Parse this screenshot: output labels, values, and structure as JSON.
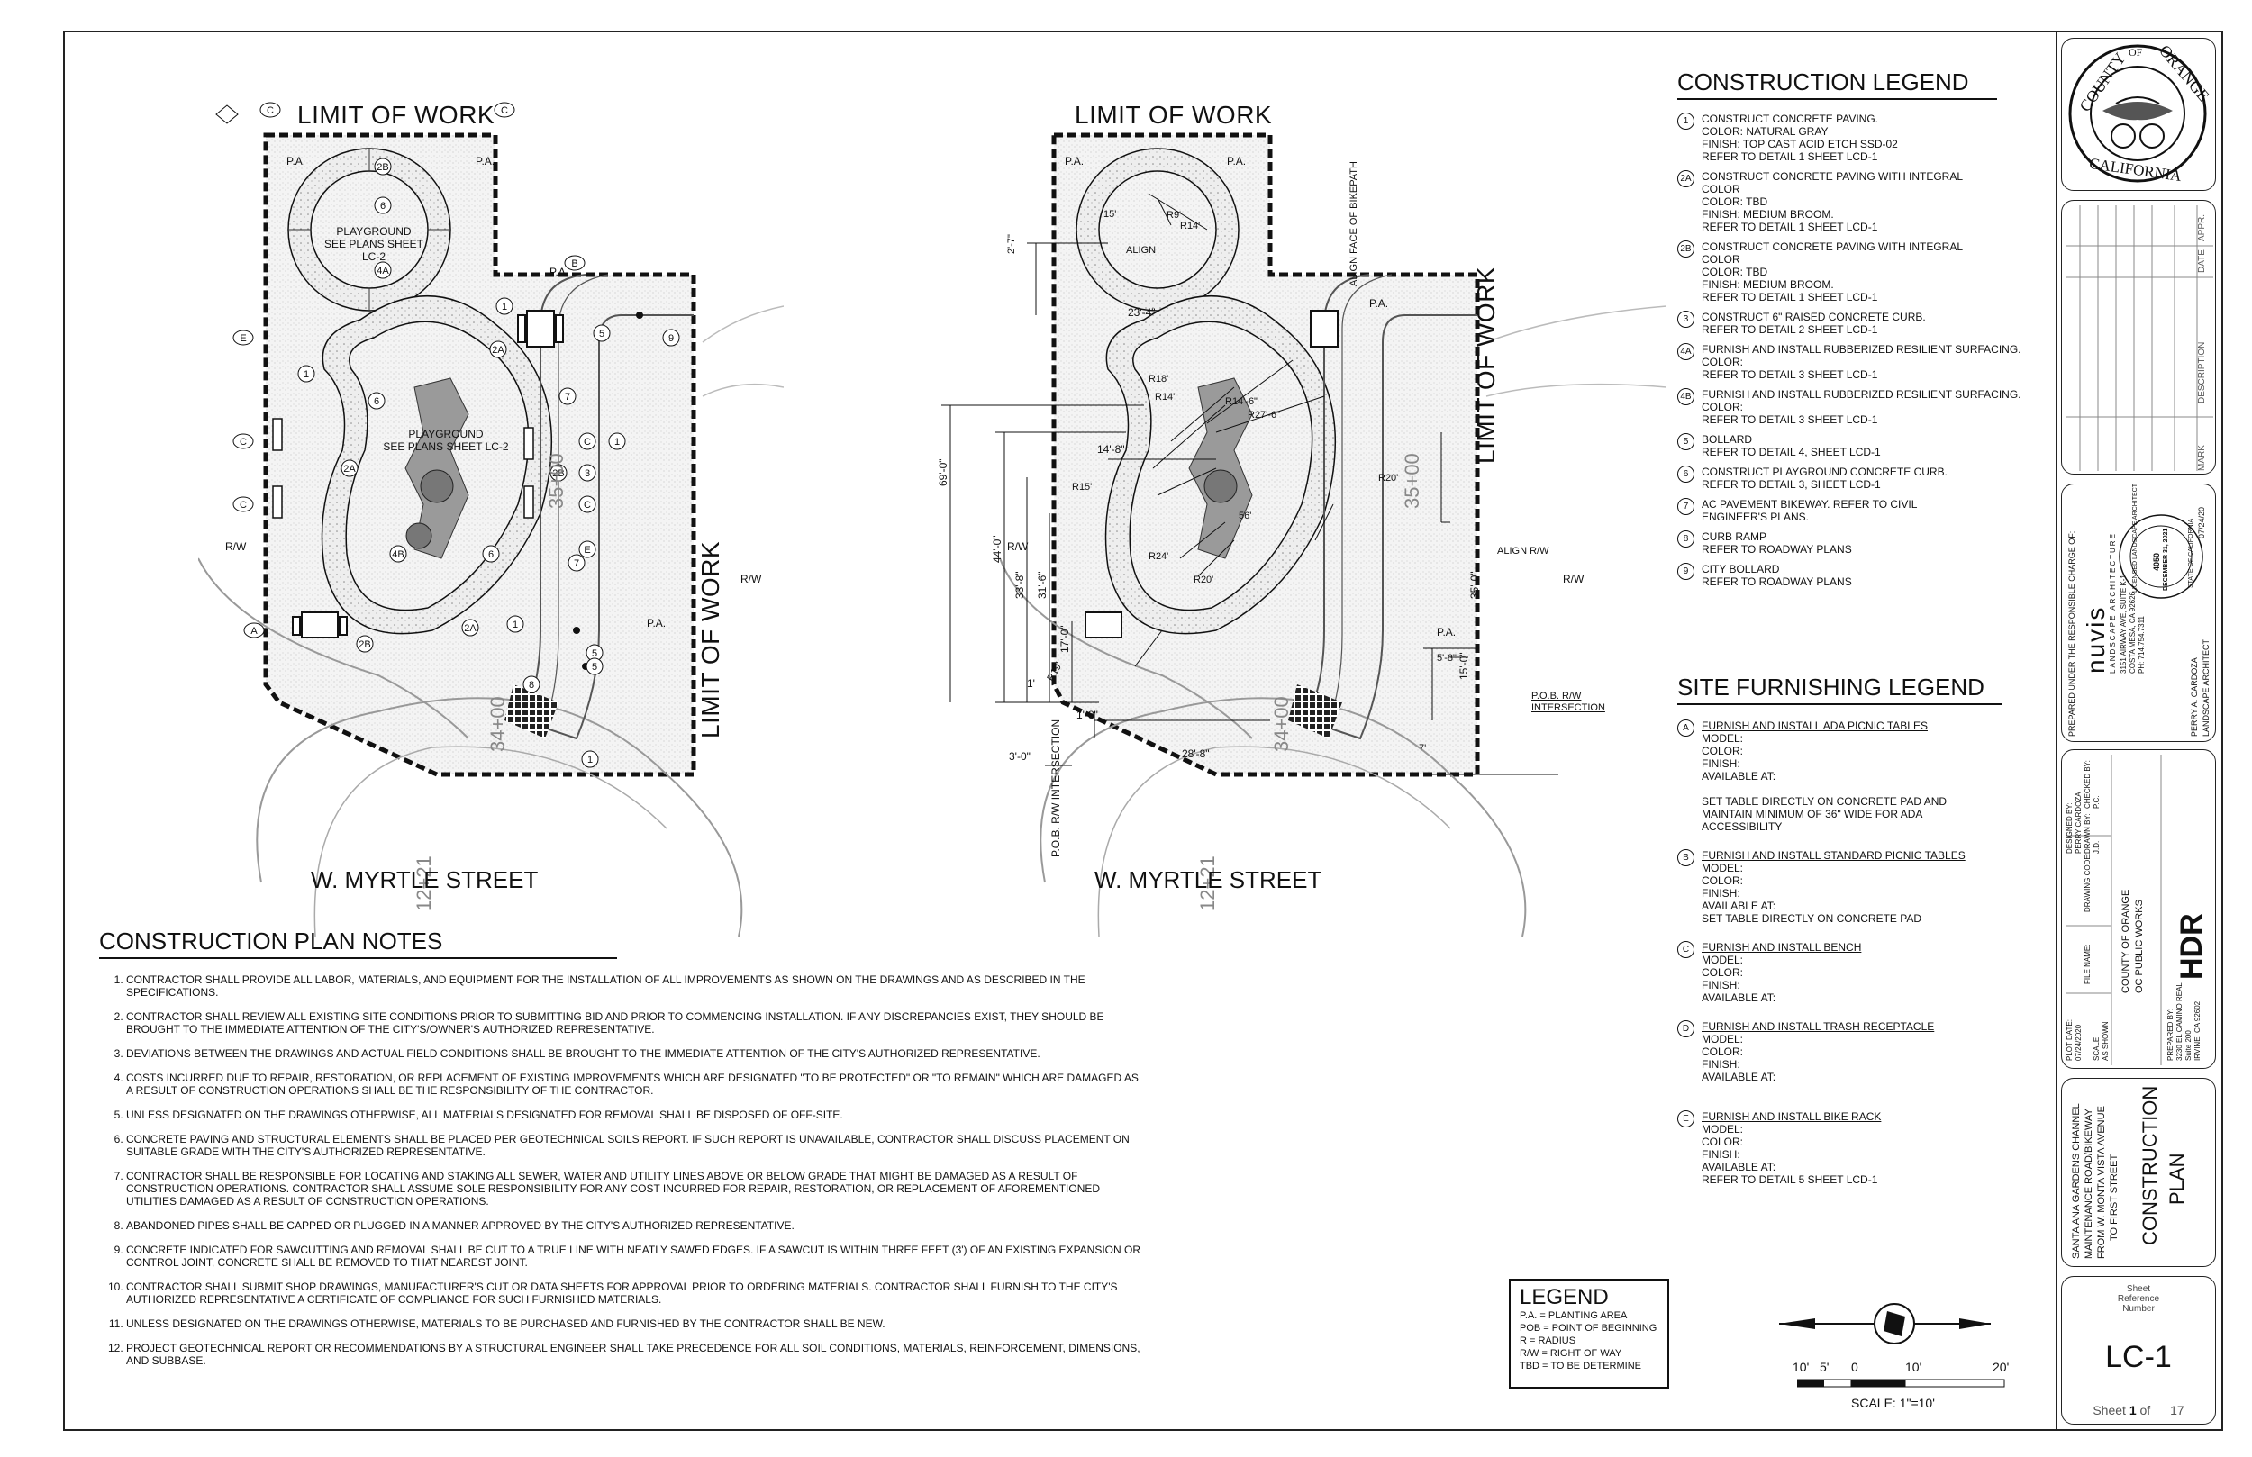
{
  "plan_left": {
    "limit_top": "LIMIT OF WORK",
    "limit_right": "LIMIT OF WORK",
    "playground_label_1": "PLAYGROUND",
    "playground_ref_1": "SEE PLANS SHEET LC-2",
    "playground_label_2": "PLAYGROUND",
    "playground_ref_2": "SEE PLANS SHEET LC-2",
    "street": "W. MYRTLE STREET",
    "pa": "P.A.",
    "rw": "R/W",
    "station": "35+00",
    "station2": "34+00",
    "station3": "12+21"
  },
  "plan_right": {
    "limit_top": "LIMIT OF WORK",
    "limit_right": "LIMIT OF WORK",
    "street": "W. MYRTLE STREET",
    "align": "ALIGN",
    "align_face": "ALIGN FACE OF BIKEPATH",
    "align_rw": "ALIGN R/W",
    "pob_intersection": "P.O.B. R/W INTERSECTION",
    "pob_right": "P.O.B. R/W",
    "pob_right2": "INTERSECTION",
    "dims": [
      "2'-7\"",
      "69'-0\"",
      "44'-0\"",
      "33'-8\"",
      "31'-6\"",
      "17'-0\"",
      "1'",
      "1'-8\"",
      "3'-0\"",
      "28'-8\"",
      "14'-8\"",
      "23'-4\"",
      "15'",
      "R14'",
      "R9'",
      "R18'",
      "R14'",
      "R14'-6\"",
      "R27'-6\"",
      "R15'",
      "R24'",
      "R20'",
      "R20'",
      "56'",
      "35'-0\"",
      "15'-0\"",
      "5'-8\"",
      "R19'",
      "7'"
    ]
  },
  "construction_legend": {
    "title": "CONSTRUCTION LEGEND",
    "items": [
      {
        "key": "1",
        "text": "CONSTRUCT CONCRETE PAVING.\nCOLOR: NATURAL GRAY\nFINISH: TOP CAST ACID ETCH SSD-02\nREFER TO DETAIL 1 SHEET LCD-1"
      },
      {
        "key": "2A",
        "text": "CONSTRUCT CONCRETE PAVING WITH INTEGRAL\nCOLOR\nCOLOR: TBD\nFINISH: MEDIUM BROOM.\nREFER TO DETAIL 1 SHEET LCD-1"
      },
      {
        "key": "2B",
        "text": "CONSTRUCT CONCRETE PAVING WITH INTEGRAL\nCOLOR\nCOLOR: TBD\nFINISH: MEDIUM BROOM.\nREFER TO DETAIL 1 SHEET LCD-1"
      },
      {
        "key": "3",
        "text": "CONSTRUCT 6\" RAISED CONCRETE CURB.\nREFER TO DETAIL 2 SHEET LCD-1"
      },
      {
        "key": "4A",
        "text": "FURNISH AND INSTALL RUBBERIZED RESILIENT SURFACING.\nCOLOR:\nREFER TO DETAIL 3 SHEET LCD-1"
      },
      {
        "key": "4B",
        "text": "FURNISH AND INSTALL RUBBERIZED RESILIENT SURFACING.\nCOLOR:\nREFER TO DETAIL 3 SHEET LCD-1"
      },
      {
        "key": "5",
        "text": "BOLLARD\nREFER TO DETAIL 4, SHEET LCD-1"
      },
      {
        "key": "6",
        "text": "CONSTRUCT PLAYGROUND CONCRETE CURB.\nREFER TO DETAIL 3, SHEET LCD-1"
      },
      {
        "key": "7",
        "text": "AC PAVEMENT BIKEWAY. REFER TO CIVIL\nENGINEER'S PLANS."
      },
      {
        "key": "8",
        "text": "CURB RAMP\nREFER TO ROADWAY PLANS"
      },
      {
        "key": "9",
        "text": "CITY BOLLARD\nREFER TO ROADWAY PLANS"
      }
    ]
  },
  "furnishing_legend": {
    "title": "SITE FURNISHING LEGEND",
    "items": [
      {
        "key": "A",
        "head": "FURNISH AND INSTALL ADA PICNIC TABLES",
        "text": "MODEL:\nCOLOR:\nFINISH:\nAVAILABLE AT:\n\nSET TABLE DIRECTLY ON CONCRETE PAD AND\nMAINTAIN MINIMUM OF 36\" WIDE FOR ADA\nACCESSIBILITY"
      },
      {
        "key": "B",
        "head": "FURNISH AND INSTALL STANDARD PICNIC TABLES",
        "text": "MODEL:\nCOLOR:\nFINISH:\nAVAILABLE AT:\nSET TABLE DIRECTLY ON CONCRETE PAD"
      },
      {
        "key": "C",
        "head": "FURNISH AND INSTALL BENCH",
        "text": "MODEL:\nCOLOR:\nFINISH:\nAVAILABLE AT:"
      },
      {
        "key": "D",
        "head": "FURNISH AND INSTALL TRASH RECEPTACLE",
        "text": "MODEL:\nCOLOR:\nFINISH:\nAVAILABLE AT:"
      },
      {
        "key": "E",
        "head": "FURNISH AND INSTALL BIKE RACK",
        "text": "MODEL:\nCOLOR:\nFINISH:\nAVAILABLE AT:\nREFER TO DETAIL 5 SHEET LCD-1"
      }
    ]
  },
  "plan_notes": {
    "title": "CONSTRUCTION PLAN NOTES",
    "items": [
      "CONTRACTOR SHALL PROVIDE ALL LABOR, MATERIALS, AND EQUIPMENT FOR THE  INSTALLATION OF ALL IMPROVEMENTS AS SHOWN ON THE DRAWINGS AND AS  DESCRIBED IN THE SPECIFICATIONS.",
      "CONTRACTOR SHALL REVIEW ALL EXISTING SITE CONDITIONS PRIOR TO  SUBMITTING BID AND PRIOR TO COMMENCING INSTALLATION.  IF ANY  DISCREPANCIES EXIST, THEY SHOULD BE BROUGHT TO THE IMMEDIATE  ATTENTION OF THE CITY'S/OWNER'S AUTHORIZED REPRESENTATIVE.",
      "DEVIATIONS BETWEEN THE DRAWINGS AND ACTUAL FIELD CONDITIONS SHALL BE BROUGHT TO THE IMMEDIATE ATTENTION OF THE CITY'S AUTHORIZED REPRESENTATIVE.",
      "COSTS INCURRED DUE TO REPAIR, RESTORATION, OR REPLACEMENT OF EXISTING  IMPROVEMENTS WHICH ARE DESIGNATED \"TO BE PROTECTED\" OR  \"TO REMAIN\" WHICH ARE DAMAGED AS A RESULT OF CONSTRUCTION OPERATIONS SHALL BE THE RESPONSIBILITY OF THE CONTRACTOR.",
      "UNLESS DESIGNATED ON THE DRAWINGS OTHERWISE, ALL MATERIALS  DESIGNATED FOR REMOVAL SHALL BE DISPOSED OF OFF-SITE.",
      "CONCRETE PAVING AND STRUCTURAL ELEMENTS SHALL BE PLACED PER GEOTECHNICAL SOILS REPORT.  IF SUCH REPORT IS UNAVAILABLE, CONTRACTOR SHALL DISCUSS PLACEMENT ON SUITABLE GRADE WITH THE  CITY'S AUTHORIZED REPRESENTATIVE.",
      "CONTRACTOR SHALL BE RESPONSIBLE FOR LOCATING AND STAKING ALL SEWER, WATER AND UTILITY LINES ABOVE OR BELOW GRADE THAT MIGHT BE DAMAGED AS A RESULT OF CONSTRUCTION OPERATIONS.  CONTRACTOR SHALL ASSUME SOLE RESPONSIBILITY FOR ANY COST INCURRED FOR REPAIR, RESTORATION, OR REPLACEMENT OF AFOREMENTIONED UTILITIES DAMAGED AS  A RESULT OF CONSTRUCTION OPERATIONS.",
      "ABANDONED PIPES SHALL BE CAPPED OR PLUGGED IN A MANNER APPROVED BY THE CITY'S AUTHORIZED REPRESENTATIVE.",
      "CONCRETE INDICATED FOR SAWCUTTING AND REMOVAL SHALL BE CUT TO A TRUE LINE WITH NEATLY SAWED EDGES.  IF A SAWCUT IS WITHIN THREE FEET (3') OF AN EXISTING EXPANSION OR CONTROL JOINT, CONCRETE SHALL BE REMOVED TO THAT NEAREST JOINT.",
      "CONTRACTOR SHALL SUBMIT SHOP DRAWINGS, MANUFACTURER'S CUT OR DATA SHEETS FOR APPROVAL PRIOR TO ORDERING MATERIALS.  CONTRACTOR SHALL FURNISH TO THE CITY'S AUTHORIZED REPRESENTATIVE A CERTIFICATE OF COMPLIANCE FOR SUCH FURNISHED MATERIALS.",
      "UNLESS DESIGNATED ON THE DRAWINGS OTHERWISE, MATERIALS TO BE  PURCHASED AND FURNISHED BY THE CONTRACTOR SHALL BE NEW.",
      "PROJECT GEOTECHNICAL REPORT OR RECOMMENDATIONS BY A STRUCTURAL ENGINEER SHALL TAKE PRECEDENCE  FOR ALL SOIL CONDITIONS, MATERIALS, REINFORCEMENT, DIMENSIONS, AND SUBBASE."
    ]
  },
  "abbrev_legend": {
    "title": "LEGEND",
    "items": [
      "P.A. = PLANTING AREA",
      "POB = POINT OF BEGINNING",
      "R = RADIUS",
      "R/W = RIGHT OF WAY",
      "TBD = TO BE DETERMINE"
    ]
  },
  "scale_bar": {
    "labels": [
      "10'",
      "5'",
      "0",
      "10'",
      "20'"
    ],
    "scale": "SCALE:  1\"=10'"
  },
  "title_block": {
    "seal_county": "COUNTY",
    "seal_of": "OF",
    "seal_orange": "ORANGE",
    "seal_california": "CALIFORNIA",
    "rev_headers": [
      "MARK",
      "DESCRIPTION",
      "DATE",
      "APPR."
    ],
    "prepared_under": "PREPARED UNDER THE RESPONSIBLE CHARGE OF:",
    "firm_name": "nuvis",
    "firm_sub": "LANDSCAPE ARCHITECTURE",
    "firm_address": "3151 AIRWAY AVE, SUITE K-1\nCOSTA MESA, CA 92626\nPH: 714.754.7311",
    "architect": "PERRY A. CARDOZA",
    "architect_role": "LANDSCAPE ARCHITECT",
    "architect_date": "07/24/20",
    "stamp_text": "LICENSED LANDSCAPE ARCHITECT",
    "stamp_no": "4050",
    "stamp_exp": "DECEMBER 31, 2021",
    "stamp_state": "STATE OF CALIFORNIA",
    "designed_by_label": "DESIGNED BY:",
    "designed_by": "PERRY CARDOZA",
    "drawn_by_label": "DRAWN BY:",
    "drawn_by": "J.D.",
    "checked_by_label": "CHECKED BY:",
    "checked_by": "P.C.",
    "drawing_code_label": "DRAWING CODE:",
    "file_name_label": "FILE NAME:",
    "plot_date_label": "PLOT DATE:",
    "plot_date": "07/24/2020",
    "scale_label": "SCALE:",
    "scale_value": "AS SHOWN",
    "client_1": "COUNTY  OF  ORANGE",
    "client_2": "OC PUBLIC WORKS",
    "prepared_by_label": "PREPARED BY:",
    "hdr": "HDR",
    "hdr_address": "3230 EL CAMINO REAL\nSuite 200\nIRVINE, CA 92602",
    "project_1": "SANTA ANA GARDENS CHANNEL",
    "project_2": "MAINTENANCE ROAD/BIKEWAY",
    "project_3": "FROM W. MONTA VISTA AVENUE",
    "project_4": "TO  FIRST STREET",
    "drawing_title_1": "CONSTRUCTION",
    "drawing_title_2": "PLAN",
    "sheet_ref_label": "Sheet\nReference\nNumber",
    "sheet_number": "LC-1",
    "sheet_word": "Sheet",
    "sheet_current": "1",
    "sheet_of": "of",
    "sheet_total": "17"
  }
}
